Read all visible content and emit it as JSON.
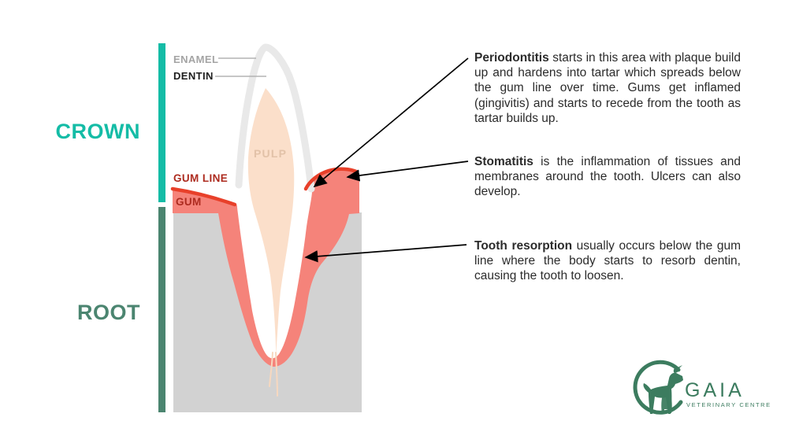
{
  "colors": {
    "teal": "#14bca6",
    "green": "#4b8570",
    "coral": "#f5837a",
    "gumline-red": "#e8402a",
    "label-red": "#ad2b1f",
    "bone-gray": "#d2d2d2",
    "enamel-gray": "#e9e9e9",
    "pulp-peach": "#fbdfca",
    "pulp-text": "#e2c2a8",
    "label-gray": "#a4a4a4",
    "pointer-gray": "#b3b3b3",
    "text-dark": "#2b2b2b",
    "logo-green": "#3c7c5f"
  },
  "diagram": {
    "section_labels": {
      "crown": "CROWN",
      "root": "ROOT"
    },
    "part_labels": {
      "enamel": "ENAMEL",
      "dentin": "DENTIN",
      "pulp": "PULP",
      "gum_line": "GUM LINE",
      "gum": "GUM"
    }
  },
  "annotations": [
    {
      "term": "Periodontitis",
      "text": " starts in this area with plaque build up and hardens into tartar which spreads below the gum line over time. Gums get inflamed (gingivitis) and starts to recede from the tooth as tartar builds up."
    },
    {
      "term": "Stomatitis",
      "text": " is the inflammation of tissues and membranes around the tooth. Ulcers can also develop."
    },
    {
      "term": "Tooth resorption",
      "text": " usually occurs below the gum line where the body starts to resorb dentin, causing the tooth to loosen."
    }
  ],
  "logo": {
    "name": "GAIA",
    "subtitle": "VETERINARY CENTRE"
  }
}
